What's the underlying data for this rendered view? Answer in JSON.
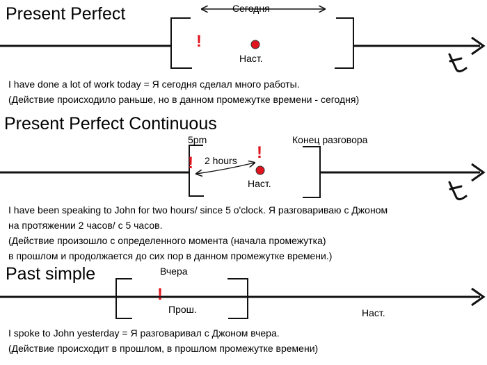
{
  "sections": [
    {
      "title": "Present Perfect",
      "labels": {
        "period": "Сегодня",
        "now": "Наст."
      },
      "description": [
        "I have done a lot of work today = Я сегодня сделал много работы.",
        "(Действие происходило раньше, но в данном промежутке времени - сегодня)"
      ]
    },
    {
      "title": "Present Perfect Continuous",
      "labels": {
        "start": "5pm",
        "duration": "2 hours",
        "end": "Конец разговора",
        "now": "Наст."
      },
      "description": [
        "I have been speaking to John for two hours/ since 5 o'clock. Я разговариваю с Джоном",
        "на протяжении 2 часов/ с 5 часов.",
        "(Действие произошло с определенного момента (начала промежутка)",
        "в прошлом и продолжается до сих пор в данном промежутке времени.)"
      ]
    },
    {
      "title": "Past simple",
      "labels": {
        "period": "Вчера",
        "past": "Прош.",
        "now": "Наст."
      },
      "description": [
        "I spoke to John yesterday = Я разговаривал с Джоном вчера.",
        "(Действие происходит в прошлом, в прошлом промежутке времени)"
      ]
    }
  ],
  "symbols": {
    "time_axis": "t",
    "action": "!"
  },
  "colors": {
    "action_mark": "#e0141e",
    "now_point": "#e0141e",
    "line": "#111111"
  }
}
